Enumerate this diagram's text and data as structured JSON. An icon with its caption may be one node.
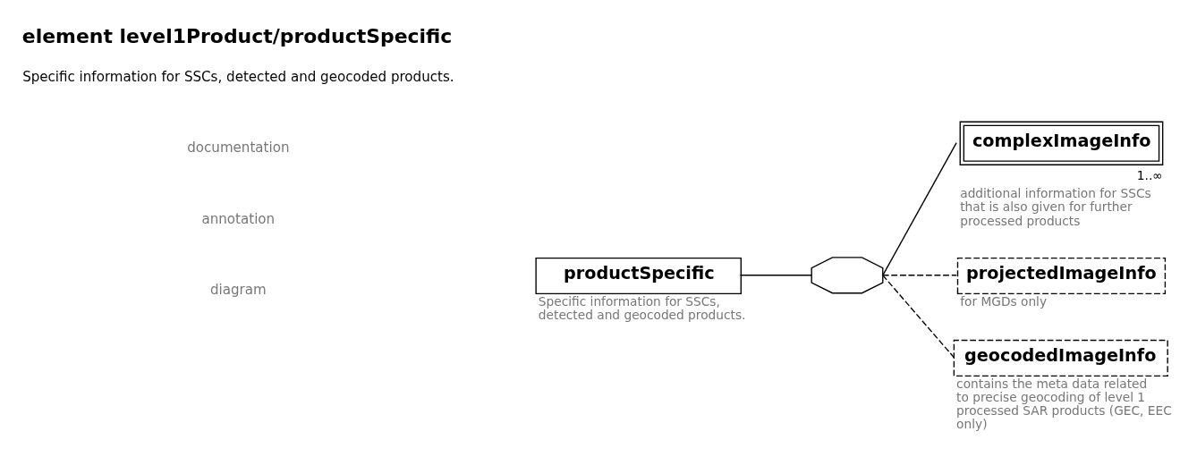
{
  "diagram": {
    "title": "element level1Product/productSpecific",
    "nodes": [
      {
        "text": [
          "productSpecific"
        ],
        "beside": [
          "Specific information for SSCs, detected and geocoded products."
        ]
      },
      {
        "text": [],
        "shape": "octagon"
      },
      {
        "text": [
          "complexImageInfo"
        ],
        "beside": [
          "1..∞",
          "additional information for SSCs that is also given for further processed products"
        ]
      },
      {
        "text": [
          "projectedImageInfo"
        ],
        "beside": [
          "for MGDs only"
        ]
      },
      {
        "text": [
          "geocodedImageInfo"
        ],
        "beside": [
          "contains the meta data related to precise geocoding of level 1 processed SAR products (GEC, EEC only)"
        ]
      }
    ],
    "edges": [
      {
        "from": 0,
        "to": 1,
        "arrow": "none"
      },
      {
        "from": 1,
        "to": 2,
        "arrow": "none"
      },
      {
        "from": 1,
        "to": 3,
        "arrow": "none",
        "style": "dashed"
      },
      {
        "from": 1,
        "to": 4,
        "arrow": "none",
        "style": "dashed"
      }
    ],
    "labels": [
      "diagram",
      "annotation",
      "documentation",
      "Specific information for SSCs, detected and geocoded products."
    ]
  }
}
